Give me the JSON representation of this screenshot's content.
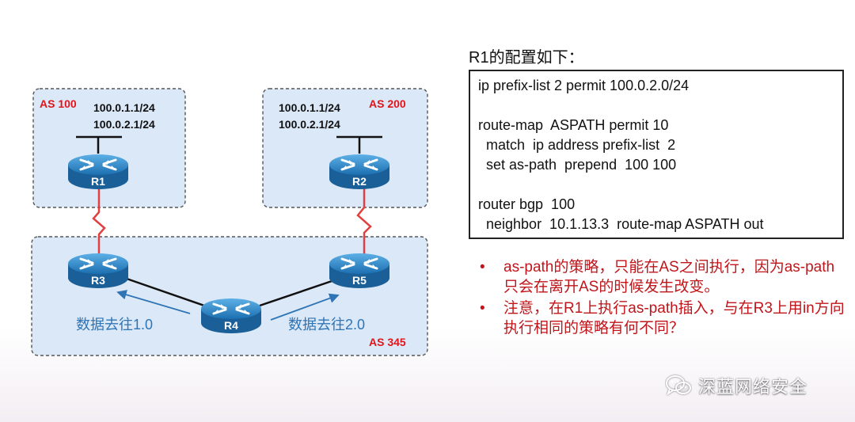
{
  "diagram": {
    "as_top_left": {
      "label": "AS 100",
      "ips": [
        "100.0.1.1/24",
        "100.0.2.1/24"
      ]
    },
    "as_top_right": {
      "label": "AS 200",
      "ips": [
        "100.0.1.1/24",
        "100.0.2.1/24"
      ]
    },
    "as_bottom": {
      "label": "AS 345"
    },
    "routers": {
      "r1": "R1",
      "r2": "R2",
      "r3": "R3",
      "r4": "R4",
      "r5": "R5"
    },
    "flows": {
      "left": "数据去往1.0",
      "right": "数据去往2.0"
    },
    "colors": {
      "as_fill": "#dbe8f7",
      "as_label": "#e0151a",
      "serial_link": "#e04040",
      "flow_text": "#2f74b5",
      "router_blue": "#2a84c8"
    }
  },
  "config": {
    "title": "R1的配置如下：",
    "lines": [
      "ip prefix-list 2 permit 100.0.2.0/24",
      "",
      "route-map  ASPATH permit 10",
      "  match  ip address prefix-list  2",
      "  set as-path  prepend  100 100",
      "",
      "router bgp  100",
      "  neighbor  10.1.13.3  route-map ASPATH out"
    ]
  },
  "notes": {
    "bullet_char": "•",
    "items": [
      "as-path的策略，只能在AS之间执行，因为as-path只会在离开AS的时候发生改变。",
      "注意，在R1上执行as-path插入，与在R3上用in方向执行相同的策略有何不同？"
    ],
    "color": "#c0151a"
  },
  "watermark": {
    "text": "深蓝网络安全",
    "icon": "wechat-icon"
  }
}
